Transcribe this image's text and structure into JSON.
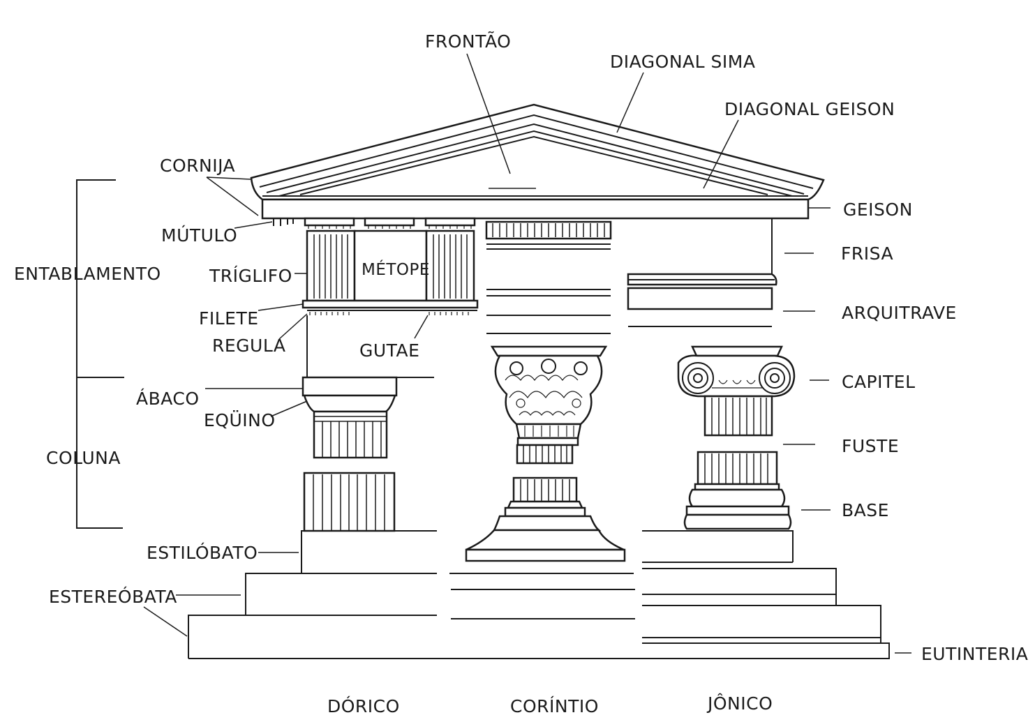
{
  "labels": {
    "frontao": "FRONTÃO",
    "diagonal_sima": "DIAGONAL SIMA",
    "diagonal_geison": "DIAGONAL GEISON",
    "cornija": "CORNIJA",
    "geison": "GEISON",
    "mutulo": "MÚTULO",
    "entablamento": "ENTABLAMENTO",
    "triglifo": "TRÍGLIFO",
    "metope": "MÉTOPE",
    "frisa": "FRISA",
    "filete": "FILETE",
    "regula": "REGULA",
    "gutae": "GUTAE",
    "arquitrave": "ARQUITRAVE",
    "abaco": "ÁBACO",
    "capitel": "CAPITEL",
    "equino": "EQÜINO",
    "coluna": "COLUNA",
    "fuste": "FUSTE",
    "base": "BASE",
    "estilobato": "ESTILÓBATO",
    "estereobata": "ESTEREÓBATA",
    "eutinteria": "EUTINTERIA"
  },
  "orders": {
    "dorico": "DÓRICO",
    "corintio": "CORÍNTIO",
    "jonico": "JÔNICO"
  }
}
